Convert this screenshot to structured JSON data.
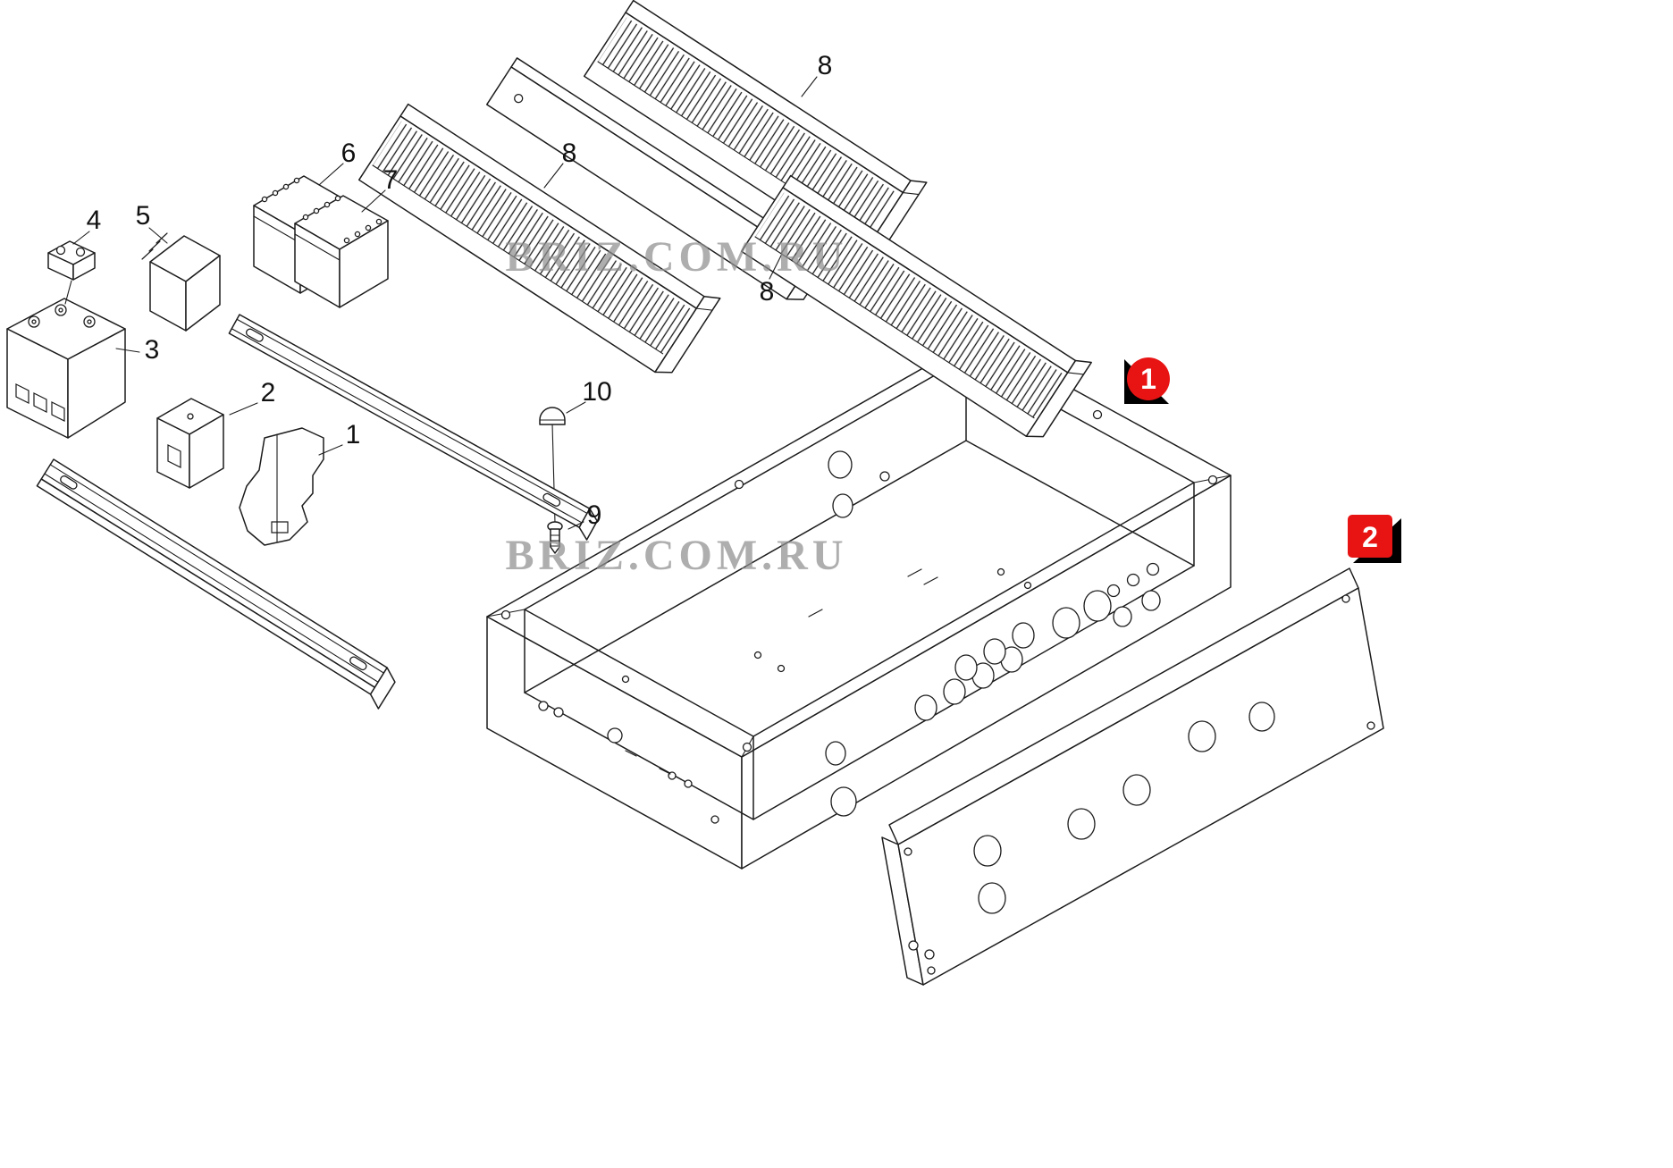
{
  "watermark": {
    "color": "#8f8f8f",
    "instances": [
      {
        "text": "BRIZ.COM.RU"
      },
      {
        "text": "BRIZ.COM.RU"
      }
    ]
  },
  "part_labels": {
    "p1": "1",
    "p2": "2",
    "p3": "3",
    "p4": "4",
    "p5": "5",
    "p6": "6",
    "p7": "7",
    "p8a": "8",
    "p8b": "8",
    "p8c": "8",
    "p9": "9",
    "p10": "10"
  },
  "badges": {
    "red": "#e81414",
    "items": [
      {
        "text": "1"
      },
      {
        "text": "2"
      }
    ]
  },
  "colors": {
    "line": "#1c1c1c",
    "background": "#ffffff"
  }
}
